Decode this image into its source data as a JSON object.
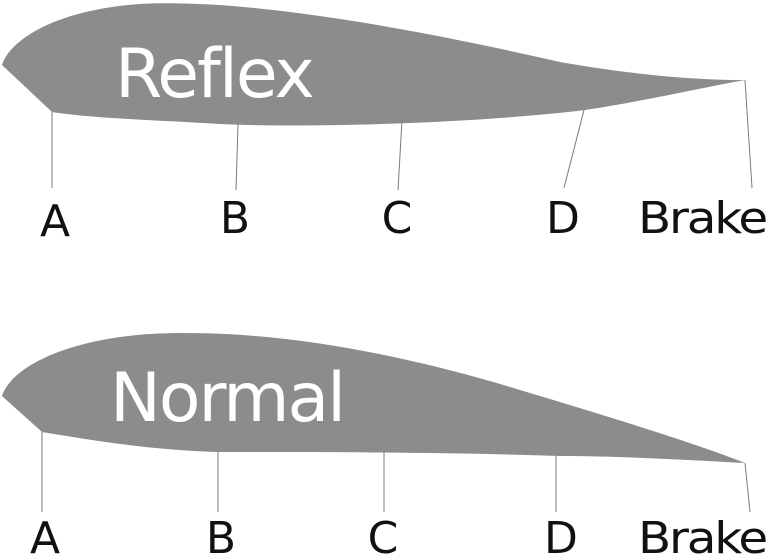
{
  "colors": {
    "airfoil_fill": "#8c8c8c",
    "leader_line": "#7a7a7a",
    "label_text": "#111111",
    "title_text": "#ffffff",
    "background": "#ffffff"
  },
  "airfoils": [
    {
      "title": "Reflex",
      "points": [
        {
          "label": "A"
        },
        {
          "label": "B"
        },
        {
          "label": "C"
        },
        {
          "label": "D"
        },
        {
          "label": "Brake"
        }
      ]
    },
    {
      "title": "Normal",
      "points": [
        {
          "label": "A"
        },
        {
          "label": "B"
        },
        {
          "label": "C"
        },
        {
          "label": "D"
        },
        {
          "label": "Brake"
        }
      ]
    }
  ]
}
